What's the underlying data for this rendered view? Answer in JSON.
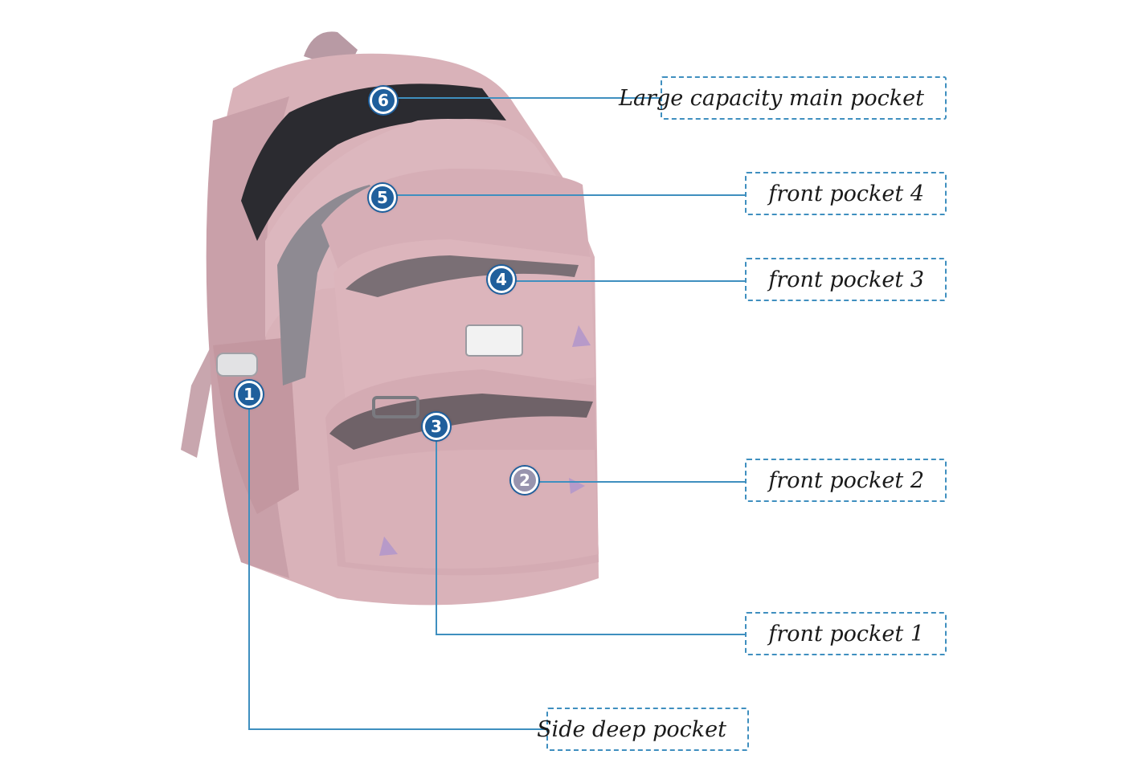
{
  "callouts": [
    {
      "number": "6",
      "label": "Large capacity main pocket"
    },
    {
      "number": "5",
      "label": "front pocket 4"
    },
    {
      "number": "4",
      "label": "front pocket 3"
    },
    {
      "number": "2",
      "label": "front pocket 2"
    },
    {
      "number": "3",
      "label": "front pocket 1"
    },
    {
      "number": "1",
      "label": "Side deep pocket"
    }
  ],
  "colors": {
    "bag": "#d9b2b9",
    "bag_shadow": "#c29aa2",
    "lining": "#2b2b30",
    "leader_line": "#3f8fbf",
    "marker": "#1f5f9c"
  }
}
